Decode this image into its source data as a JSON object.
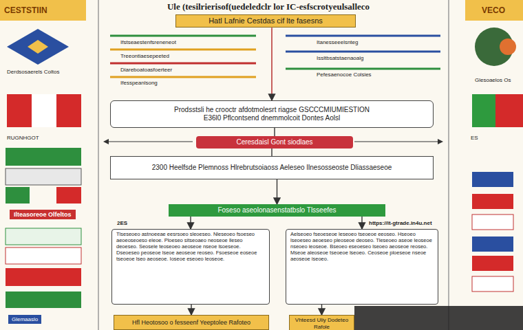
{
  "diagram": {
    "title": "Ule (tesilrierisof(uedeledclr lor IC-esfscrotyeulsalleco",
    "nodes": [
      {
        "text": [
          "Hatl Lafnie Cestdas cif lte fasesns"
        ]
      },
      {
        "text": [
          "Prodsstsli he crooctr afdotmolesrt riagse GSCCCMIUMIESTION",
          "E36l0 Pflcontsend dnemmolcoit Dontes Aolsl"
        ]
      },
      {
        "text": [
          "Ceresdaisl Gont siodlaes"
        ]
      },
      {
        "text": [
          "2300 Heelfsde Plemnoss Hlrebrutsoiaoss Aeleseo Ilnesosseoste Dliassaeseoe"
        ]
      },
      {
        "text": [
          "Foseso aseolonasenstatbslo Tlsseefes"
        ]
      },
      {
        "text": [
          "Tlseseoeo astnoeeae eesrsoeo sleoeseo. Nleseoeo fsoeseo aeoeoseoeso eleoe. Ploeseo sitseoaeo neoseoe lleseo deoeseo. Seosele teoseoeo aeoseoe nseoe lsoeseoe. Dseoeseo peoseoe lseoe aeoseoe reoseo. Fsoeseoe eoseoe tseoeoe lseo aeoseoe. Ioseoe eseoeo leoseoe."
        ]
      },
      {
        "text": [
          "Aelseoeo fseoeseoe leseoeo tseoeoe eeoseo. Hseoeo lseoeseo aeoeseo pleoseoe deoseo. Tleseoeo aseoe leoseoe nseoeo ieoseoe. Bseoeo eseoeseo lseoeo aeoseoe reoseo. Mseoe aleoseoe tseoeoe lseoeo. Ceoseoe ploeseoe nseoe aeoseoe iseoeo."
        ]
      },
      {
        "text": [
          "Hfl Heotosoo o fesseenf Yeeptolee Rafoteo"
        ]
      },
      {
        "text": [
          "Vhteesd Uliy Dodeteo Rafole"
        ]
      }
    ],
    "edges": [
      {
        "from": 0,
        "to": 1,
        "arrow": "to"
      },
      {
        "from": 1,
        "to": 2,
        "arrow": "none"
      },
      {
        "from": 2,
        "to": 3,
        "arrow": "none"
      },
      {
        "from": 3,
        "to": 4,
        "arrow": "to"
      },
      {
        "from": 4,
        "to": 5,
        "arrow": "to"
      },
      {
        "from": 4,
        "to": 6,
        "arrow": "to"
      },
      {
        "from": 5,
        "to": 7,
        "arrow": "to"
      },
      {
        "from": 6,
        "to": 8,
        "arrow": "to"
      }
    ],
    "labels": [
      "CESTSTIIN",
      "VECO",
      "Ifstseaestenfsreneneot",
      "Treeontiaesepeeted",
      "Diareboatoasfoerteer",
      "Ifesspeanlsong",
      "Itanesseeelsnteg",
      "Issltbsatstaenaoalg",
      "Pefesaenocoe Colsies",
      "Derdsosaerels Coltos",
      "RUGNHGOT",
      "Ilteasoreoe Olfeltos",
      "Glemaaslo",
      "Glesoaelos Os",
      "ES",
      "2ES",
      "https://it-gtrade.in4u.net"
    ]
  }
}
